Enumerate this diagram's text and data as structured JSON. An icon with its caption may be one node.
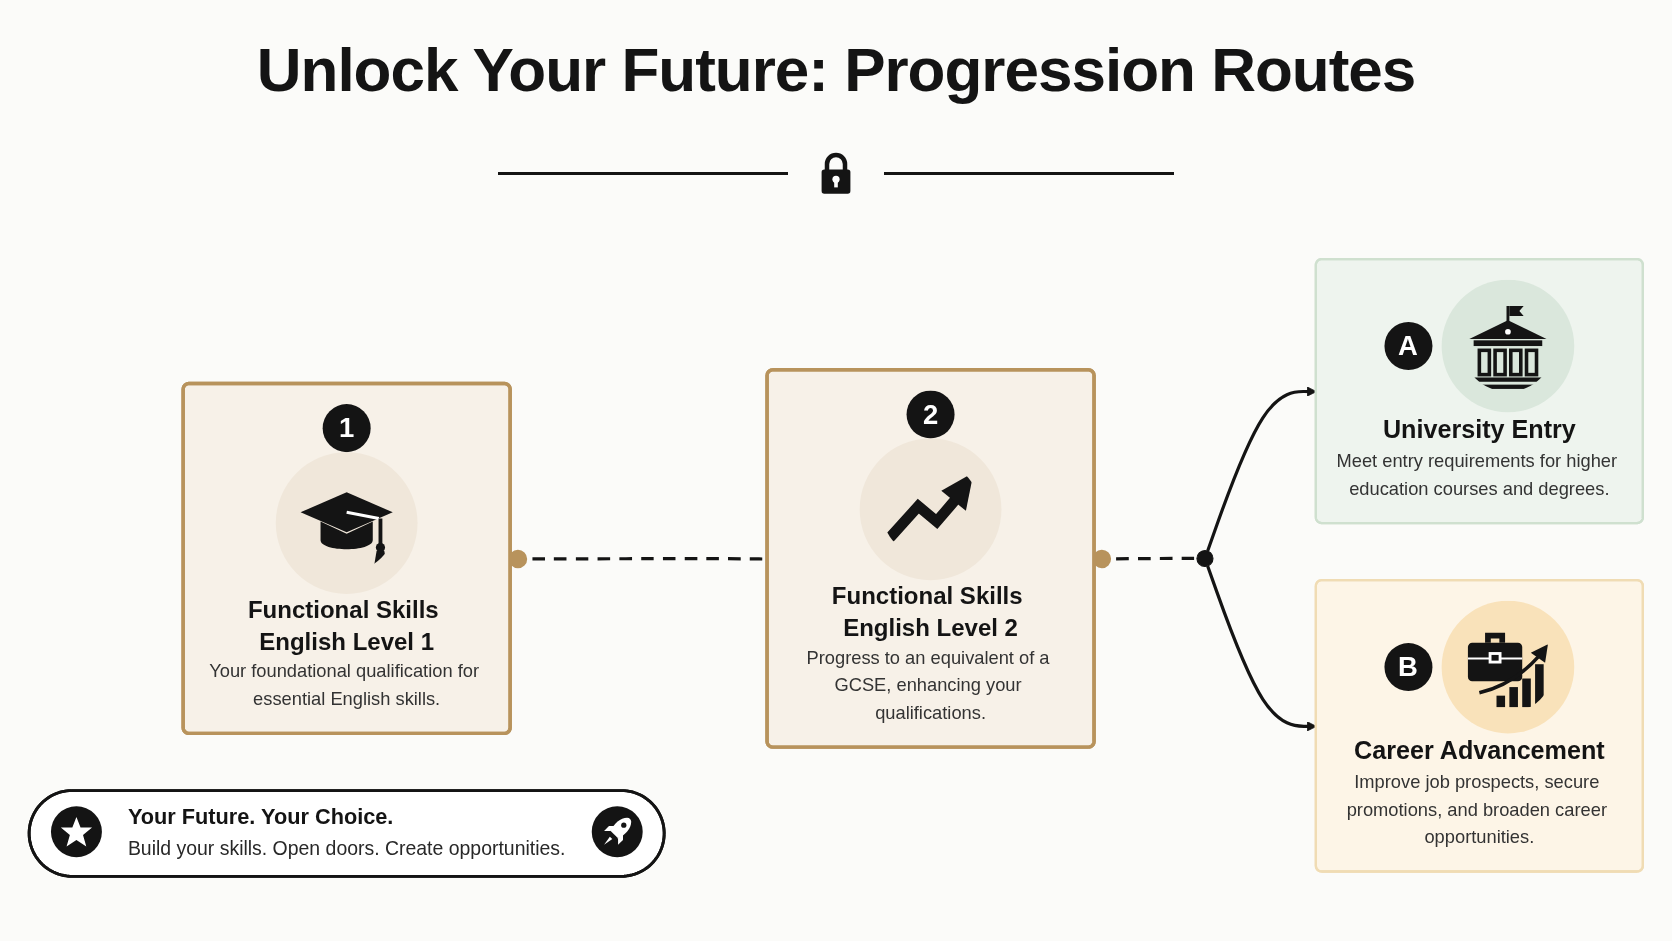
{
  "diagram": {
    "title": "Unlock Your Future: Progression Routes",
    "nodes": [
      {
        "text": [
          "1",
          "Functional Skills English Level 1",
          "Your foundational qualification for essential English skills."
        ]
      },
      {
        "text": [
          "2",
          "Functional Skills English Level 2",
          "Progress to an equivalent of a GCSE, enhancing your qualifications."
        ]
      },
      {
        "text": [],
        "shape": "circle"
      },
      {
        "text": [
          "A",
          "University Entry",
          "Meet entry requirements for higher education courses and degrees."
        ]
      },
      {
        "text": [
          "B",
          "Career Advancement",
          "Improve job prospects, secure promotions, and broaden career opportunities."
        ]
      },
      {
        "text": [
          "Your Future. Your Choice.",
          "Build your skills. Open doors. Create opportunities."
        ]
      }
    ],
    "edges": [
      {
        "from": 0,
        "to": 1,
        "arrow": "other",
        "style": "dashed"
      },
      {
        "from": 1,
        "to": 2,
        "arrow": "other",
        "style": "dashed"
      },
      {
        "from": 2,
        "to": 3,
        "arrow": "to"
      },
      {
        "from": 2,
        "to": 4,
        "arrow": "to"
      }
    ]
  }
}
